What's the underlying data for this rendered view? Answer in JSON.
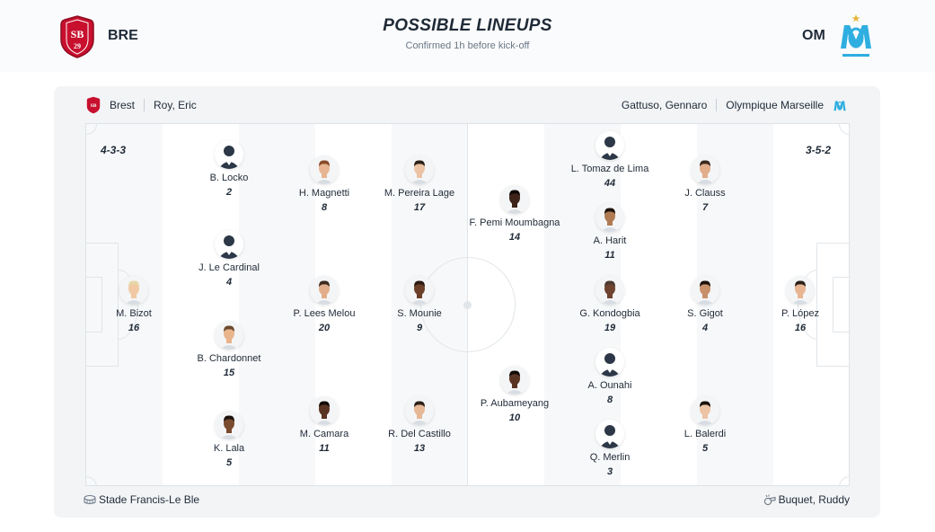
{
  "header": {
    "title": "POSSIBLE LINEUPS",
    "subtitle": "Confirmed 1h before kick-off",
    "home_abbr": "BRE",
    "away_abbr": "OM"
  },
  "home": {
    "name": "Brest",
    "coach": "Roy, Eric",
    "formation": "4-3-3",
    "color": "#c8102e",
    "players": [
      {
        "name": "M. Bizot",
        "number": "16"
      },
      {
        "name": "B. Locko",
        "number": "2"
      },
      {
        "name": "J. Le Cardinal",
        "number": "4"
      },
      {
        "name": "B. Chardonnet",
        "number": "15"
      },
      {
        "name": "K. Lala",
        "number": "5"
      },
      {
        "name": "H. Magnetti",
        "number": "8"
      },
      {
        "name": "P. Lees Melou",
        "number": "20"
      },
      {
        "name": "M. Camara",
        "number": "11"
      },
      {
        "name": "M. Pereira Lage",
        "number": "17"
      },
      {
        "name": "S. Mounie",
        "number": "9"
      },
      {
        "name": "R. Del Castillo",
        "number": "13"
      }
    ]
  },
  "away": {
    "name": "Olympique Marseille",
    "coach": "Gattuso, Gennaro",
    "formation": "3-5-2",
    "color": "#2faee0",
    "players": [
      {
        "name": "F. Pemi Moumbagna",
        "number": "14"
      },
      {
        "name": "P. Aubameyang",
        "number": "10"
      },
      {
        "name": "L. Tomaz de Lima",
        "number": "44"
      },
      {
        "name": "A. Harit",
        "number": "11"
      },
      {
        "name": "G. Kondogbia",
        "number": "19"
      },
      {
        "name": "A. Ounahi",
        "number": "8"
      },
      {
        "name": "Q. Merlin",
        "number": "3"
      },
      {
        "name": "J. Clauss",
        "number": "7"
      },
      {
        "name": "S. Gigot",
        "number": "4"
      },
      {
        "name": "L. Balerdi",
        "number": "5"
      },
      {
        "name": "P. López",
        "number": "16"
      }
    ]
  },
  "footer": {
    "stadium": "Stade Francis-Le Ble",
    "referee": "Buquet, Ruddy",
    "stadium_icon": "stadium-icon",
    "referee_icon": "whistle-icon"
  },
  "colors": {
    "text": "#1f2a37",
    "muted": "#6b7785",
    "card_bg": "#f2f4f6",
    "pitch_line": "#e1e6ea"
  }
}
